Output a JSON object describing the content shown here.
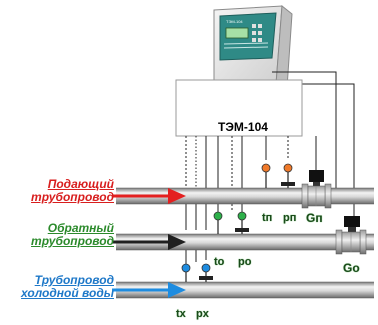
{
  "device": {
    "title": "ТЭМ-104",
    "small_label": "ТЭМ-104"
  },
  "pipes": {
    "supply_line1": "Подающий",
    "supply_line2": "трубопровод",
    "return_line1": "Обратный",
    "return_line2": "трубопровод",
    "cold_line1": "Трубопровод",
    "cold_line2": "холодной воды"
  },
  "sensors": {
    "t_supply": "tп",
    "p_supply": "pп",
    "g_supply": "Gп",
    "t_return": "tо",
    "p_return": "pо",
    "g_return": "Gо",
    "t_cold": "tх",
    "p_cold": "pх"
  },
  "colors": {
    "supply_arrow": "#e42020",
    "return_arrow": "#202020",
    "cold_arrow": "#1e8ce0",
    "device_face": "#2f8a86",
    "screen": "#a6e0a6",
    "label_red": "#d81e1e",
    "label_green": "#2b8a2b",
    "label_blue": "#1e78c8"
  }
}
